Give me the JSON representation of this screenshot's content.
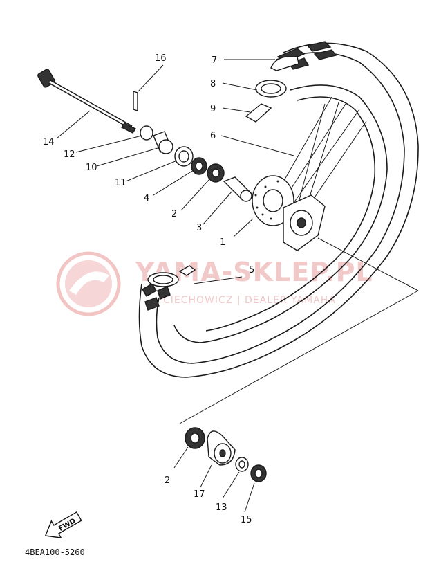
{
  "watermark": {
    "main": "YAMA-SKLEP.PL",
    "sub": "CIECHOWICZ | DEALER YAMAHA"
  },
  "callouts": [
    {
      "id": "c1",
      "text": "1"
    },
    {
      "id": "c2",
      "text": "2"
    },
    {
      "id": "c2b",
      "text": "2"
    },
    {
      "id": "c3",
      "text": "3"
    },
    {
      "id": "c4",
      "text": "4"
    },
    {
      "id": "c5",
      "text": "5"
    },
    {
      "id": "c6",
      "text": "6"
    },
    {
      "id": "c7",
      "text": "7"
    },
    {
      "id": "c8",
      "text": "8"
    },
    {
      "id": "c9",
      "text": "9"
    },
    {
      "id": "c10",
      "text": "10"
    },
    {
      "id": "c11",
      "text": "11"
    },
    {
      "id": "c12",
      "text": "12"
    },
    {
      "id": "c13",
      "text": "13"
    },
    {
      "id": "c14",
      "text": "14"
    },
    {
      "id": "c15",
      "text": "15"
    },
    {
      "id": "c16",
      "text": "16"
    },
    {
      "id": "c17",
      "text": "17"
    }
  ],
  "fwd_label": "FWD",
  "diagram_code": "4BEA100-5260"
}
